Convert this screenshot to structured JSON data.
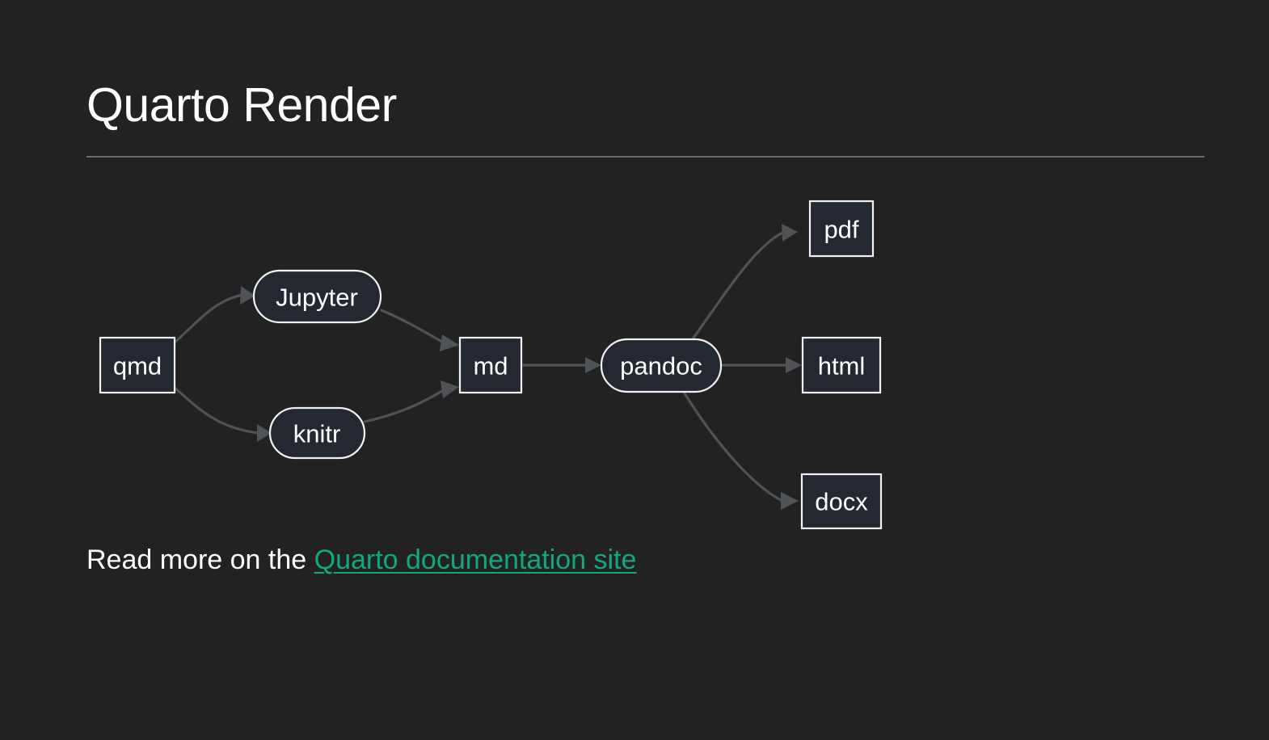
{
  "slide": {
    "title": "Quarto Render",
    "background_color": "#222222",
    "rule_color": "#6c6c6c"
  },
  "diagram": {
    "type": "flowchart",
    "direction": "left-to-right",
    "node_fill": "#232831",
    "node_stroke": "#f2f2f2",
    "edge_color": "#4f5357",
    "nodes": [
      {
        "id": "qmd",
        "label": "qmd",
        "shape": "rect"
      },
      {
        "id": "jupyter",
        "label": "Jupyter",
        "shape": "stadium"
      },
      {
        "id": "knitr",
        "label": "knitr",
        "shape": "stadium"
      },
      {
        "id": "md",
        "label": "md",
        "shape": "rect"
      },
      {
        "id": "pandoc",
        "label": "pandoc",
        "shape": "stadium"
      },
      {
        "id": "pdf",
        "label": "pdf",
        "shape": "rect"
      },
      {
        "id": "html",
        "label": "html",
        "shape": "rect"
      },
      {
        "id": "docx",
        "label": "docx",
        "shape": "rect"
      }
    ],
    "edges": [
      {
        "from": "qmd",
        "to": "jupyter"
      },
      {
        "from": "qmd",
        "to": "knitr"
      },
      {
        "from": "jupyter",
        "to": "md"
      },
      {
        "from": "knitr",
        "to": "md"
      },
      {
        "from": "md",
        "to": "pandoc"
      },
      {
        "from": "pandoc",
        "to": "pdf"
      },
      {
        "from": "pandoc",
        "to": "html"
      },
      {
        "from": "pandoc",
        "to": "docx"
      }
    ]
  },
  "footer": {
    "prefix": "Read more on the ",
    "link_text": "Quarto documentation site",
    "link_color": "#12a87c"
  }
}
